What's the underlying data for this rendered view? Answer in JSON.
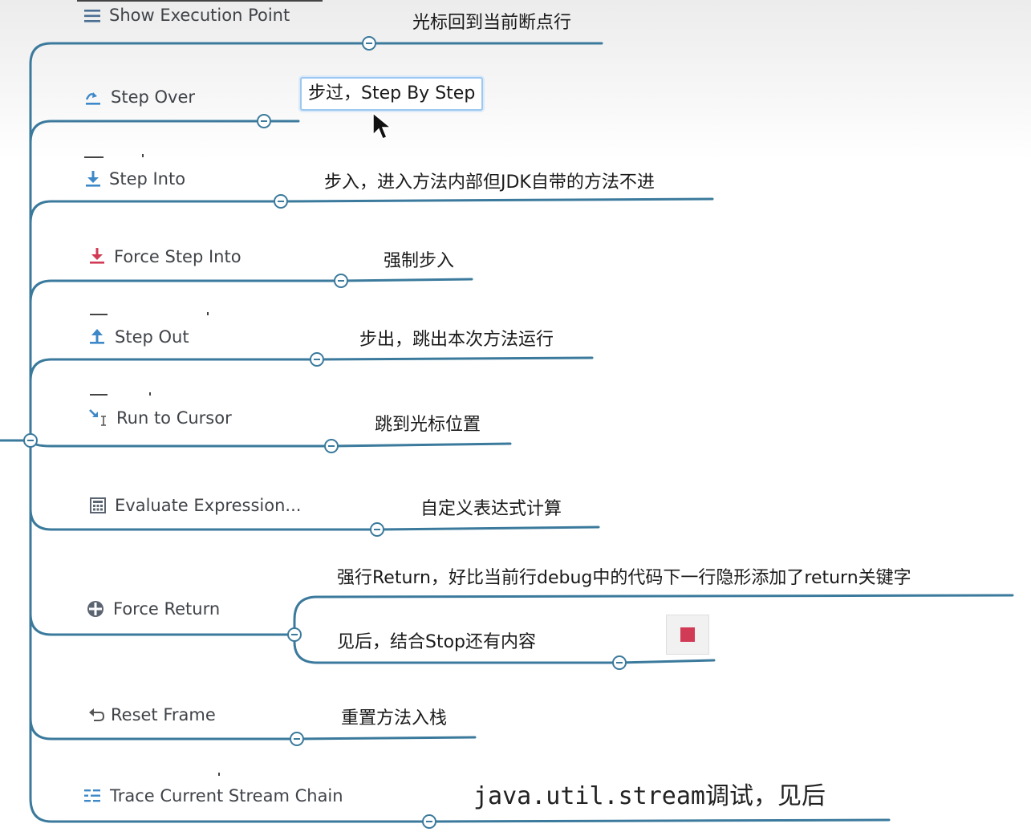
{
  "colors": {
    "branch": "#3b7a9c",
    "toggle_fill": "#ffffff",
    "stop": "#d23b55",
    "selection": "#9ec8ef"
  },
  "nodes": [
    {
      "id": "show-execution-point",
      "label": "Show Execution Point",
      "icon": "list-lines-icon",
      "note": "光标回到当前断点行"
    },
    {
      "id": "step-over",
      "label": "Step Over",
      "icon": "step-over-icon",
      "note": "步过，Step By Step"
    },
    {
      "id": "step-into",
      "label": "Step Into",
      "icon": "step-into-icon",
      "note": "步入，进入方法内部但JDK自带的方法不进"
    },
    {
      "id": "force-step-into",
      "label": "Force Step Into",
      "icon": "force-step-into-icon",
      "note": "强制步入"
    },
    {
      "id": "step-out",
      "label": "Step Out",
      "icon": "step-out-icon",
      "note": "步出，跳出本次方法运行"
    },
    {
      "id": "run-to-cursor",
      "label": "Run to Cursor",
      "icon": "run-to-cursor-icon",
      "note": "跳到光标位置"
    },
    {
      "id": "evaluate-expression",
      "label": "Evaluate Expression...",
      "icon": "calculator-icon",
      "note": "自定义表达式计算"
    },
    {
      "id": "force-return",
      "label": "Force Return",
      "icon": "force-return-icon",
      "notes": [
        "强行Return，好比当前行debug中的代码下一行隐形添加了return关键字",
        "见后，结合Stop还有内容"
      ]
    },
    {
      "id": "reset-frame",
      "label": "Reset Frame",
      "icon": "undo-arrow-icon",
      "note": "重置方法入栈"
    },
    {
      "id": "trace-current-stream-chain",
      "label": "Trace Current Stream Chain",
      "icon": "stream-chain-icon",
      "note": "java.util.stream调试，见后"
    }
  ],
  "stop_button": {
    "icon": "stop-icon"
  },
  "cursor": {
    "icon": "mouse-pointer-icon"
  }
}
